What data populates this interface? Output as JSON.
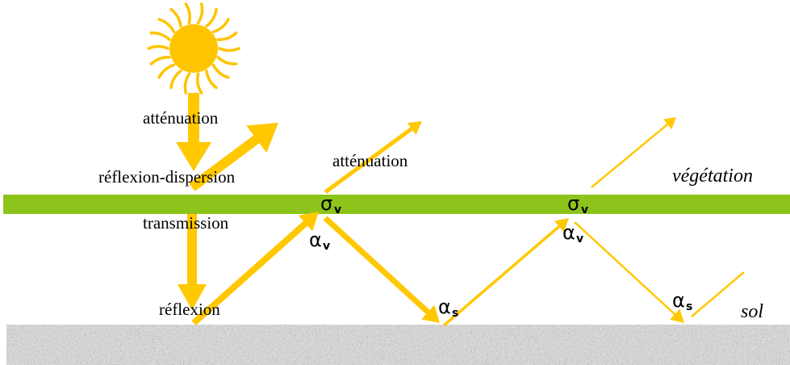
{
  "colors": {
    "arrow": "#ffc800",
    "vegetation_band": "#8cc41b",
    "sun": "#ffc400",
    "soil_light": "#cfcfcf",
    "soil_dark": "#6e6e6e"
  },
  "icons": {
    "sun": "sun-icon",
    "soil": "soil-texture"
  },
  "labels": {
    "attenuation_top": "atténuation",
    "reflexion_dispersion": "réflexion-dispersion",
    "transmission": "transmission",
    "reflexion": "réflexion",
    "attenuation_mid": "atténuation",
    "vegetation": "végétation",
    "sol": "sol"
  },
  "symbols": {
    "sigma": "σ",
    "alpha": "α",
    "sub_v": "v",
    "sub_s": "s"
  }
}
